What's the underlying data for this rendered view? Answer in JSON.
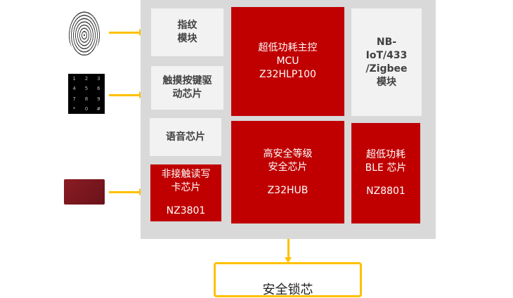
{
  "inputs": {
    "keypad_keys": [
      "1",
      "2",
      "3",
      "4",
      "5",
      "6",
      "7",
      "8",
      "9",
      "*",
      "0",
      "#"
    ]
  },
  "left_modules": [
    {
      "line1": "指纹",
      "line2": "模块"
    },
    {
      "line1": "触摸按键驱",
      "line2": "动芯片"
    },
    {
      "line1": "语音芯片"
    },
    {
      "line1": "非接触读写",
      "line2": "卡芯片",
      "model": "NZ3801"
    }
  ],
  "mcu": {
    "line1": "超低功耗主控",
    "line2": "MCU",
    "model": "Z32HLP100"
  },
  "security": {
    "line1": "高安全等级",
    "line2": "安全芯片",
    "model": "Z32HUB"
  },
  "comm": {
    "line1": "NB-",
    "line2": "IoT/433",
    "line3": "/Zigbee",
    "line4": "模块"
  },
  "ble": {
    "line1": "超低功耗",
    "line2": "BLE 芯片",
    "model": "NZ8801"
  },
  "output": {
    "label": "安全锁芯"
  },
  "colors": {
    "red": "#c00000",
    "arrow": "#ffc000",
    "panel": "#d9d9d9"
  }
}
